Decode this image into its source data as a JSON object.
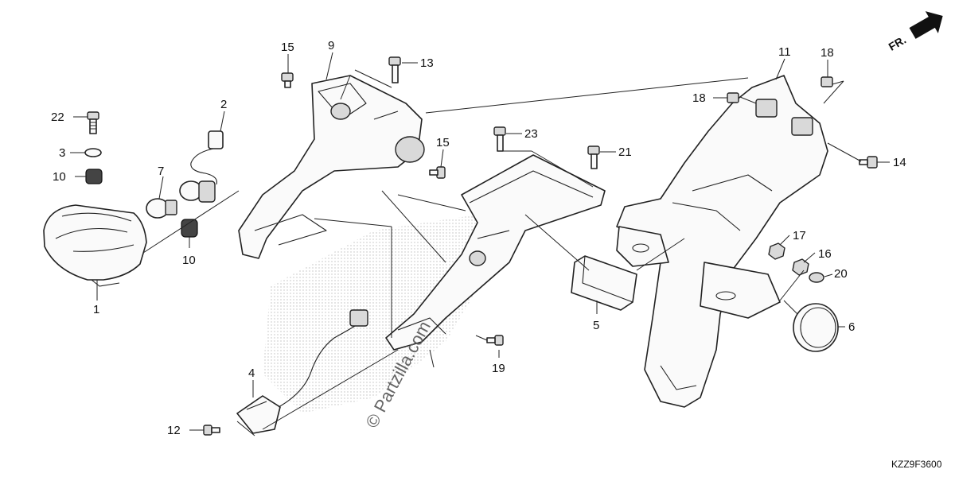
{
  "callouts": [
    {
      "id": "c1",
      "label": "1"
    },
    {
      "id": "c2",
      "label": "2"
    },
    {
      "id": "c3",
      "label": "3"
    },
    {
      "id": "c4",
      "label": "4"
    },
    {
      "id": "c5",
      "label": "5"
    },
    {
      "id": "c6",
      "label": "6"
    },
    {
      "id": "c7",
      "label": "7"
    },
    {
      "id": "c8",
      "label": "9"
    },
    {
      "id": "c9",
      "label": "10"
    },
    {
      "id": "c10",
      "label": "10"
    },
    {
      "id": "c11",
      "label": "11"
    },
    {
      "id": "c12",
      "label": "12"
    },
    {
      "id": "c13",
      "label": "13"
    },
    {
      "id": "c14",
      "label": "14"
    },
    {
      "id": "c15",
      "label": "15"
    },
    {
      "id": "c16",
      "label": "15"
    },
    {
      "id": "c17",
      "label": "16"
    },
    {
      "id": "c18",
      "label": "17"
    },
    {
      "id": "c19",
      "label": "18"
    },
    {
      "id": "c20",
      "label": "18"
    },
    {
      "id": "c21",
      "label": "19"
    },
    {
      "id": "c22",
      "label": "20"
    },
    {
      "id": "c23",
      "label": "21"
    },
    {
      "id": "c24",
      "label": "22"
    },
    {
      "id": "c25",
      "label": "23"
    }
  ],
  "direction_label": "FR.",
  "watermark": "© Partzilla.com",
  "diagram_code": "KZZ9F3600"
}
